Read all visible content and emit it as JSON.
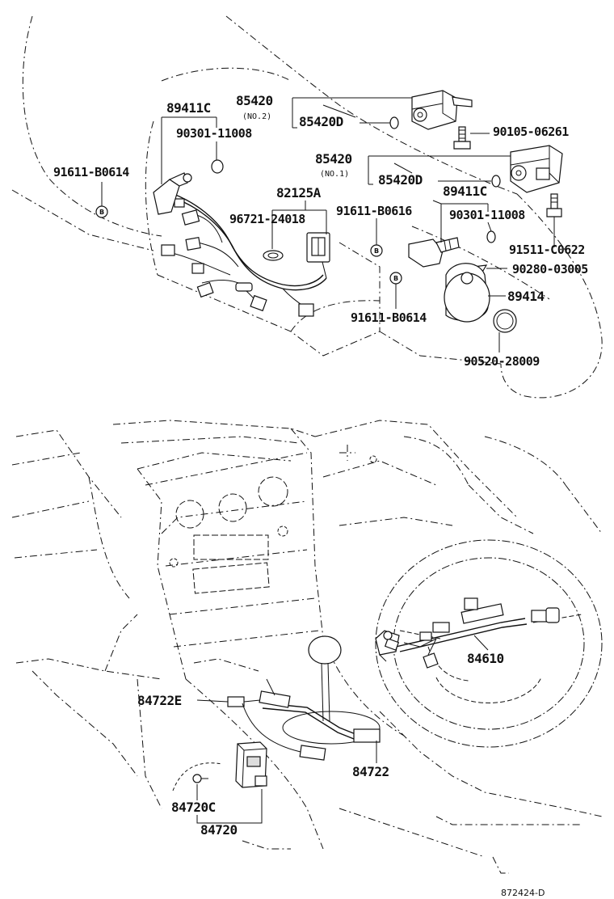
{
  "parts": {
    "p85420_no2": "85420",
    "p85420_no2_sub": "(NO.2)",
    "p85420d_upper": "85420D",
    "p89411c_left": "89411C",
    "p90301_left": "90301-11008",
    "p90105": "90105-06261",
    "p91611_b0614_left": "91611-B0614",
    "p85420_no1": "85420",
    "p85420_no1_sub": "(NO.1)",
    "p85420d_lower": "85420D",
    "p89411c_right": "89411C",
    "p82125a": "82125A",
    "p96721": "96721-24018",
    "p91611_b0616": "91611-B0616",
    "p90301_right": "90301-11008",
    "p91511": "91511-C0622",
    "p90280": "90280-03005",
    "p89414": "89414",
    "p91611_b0614_bottom": "91611-B0614",
    "p90520": "90520-28009",
    "p84722e": "84722E",
    "p84610": "84610",
    "p84722": "84722",
    "p84720c": "84720C",
    "p84720": "84720"
  },
  "badge_letter": "B",
  "reference_code": "872424-D"
}
